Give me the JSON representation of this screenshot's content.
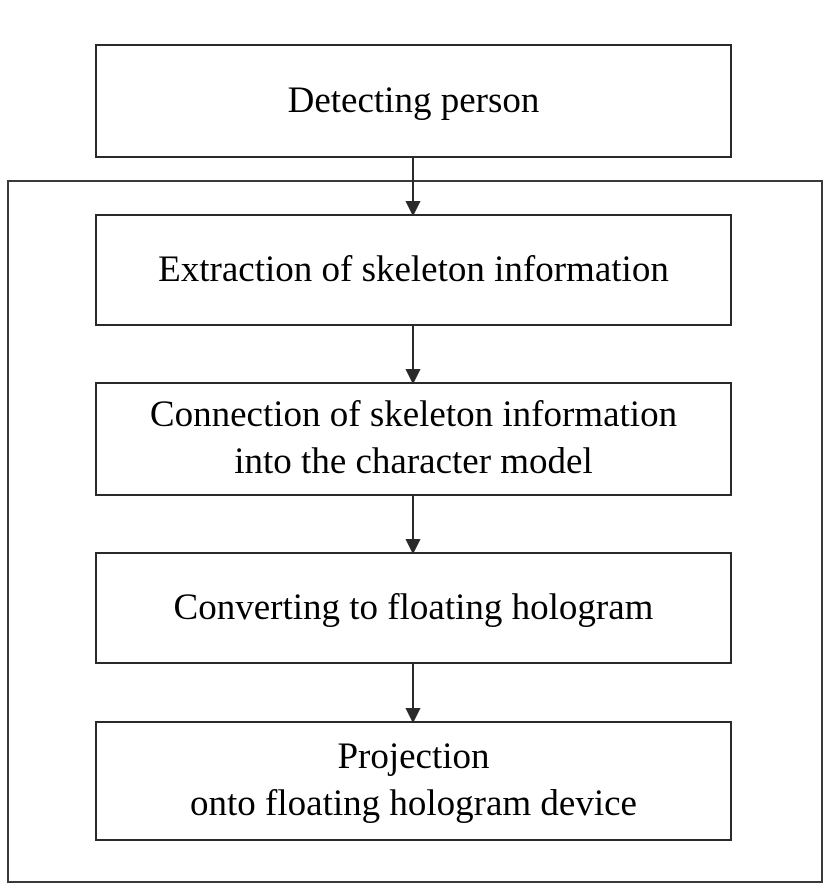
{
  "diagram": {
    "steps": [
      {
        "id": "detect",
        "lines": [
          "Detecting person"
        ]
      },
      {
        "id": "extract",
        "lines": [
          "Extraction of skeleton information"
        ]
      },
      {
        "id": "connect",
        "lines": [
          "Connection of skeleton information",
          "into the character model"
        ]
      },
      {
        "id": "convert",
        "lines": [
          "Converting to floating hologram"
        ]
      },
      {
        "id": "project",
        "lines": [
          "Projection",
          "onto floating hologram device"
        ]
      }
    ],
    "colors": {
      "line": "#2a2a2a",
      "frame": "#3a3a3a",
      "background": "#ffffff"
    }
  }
}
